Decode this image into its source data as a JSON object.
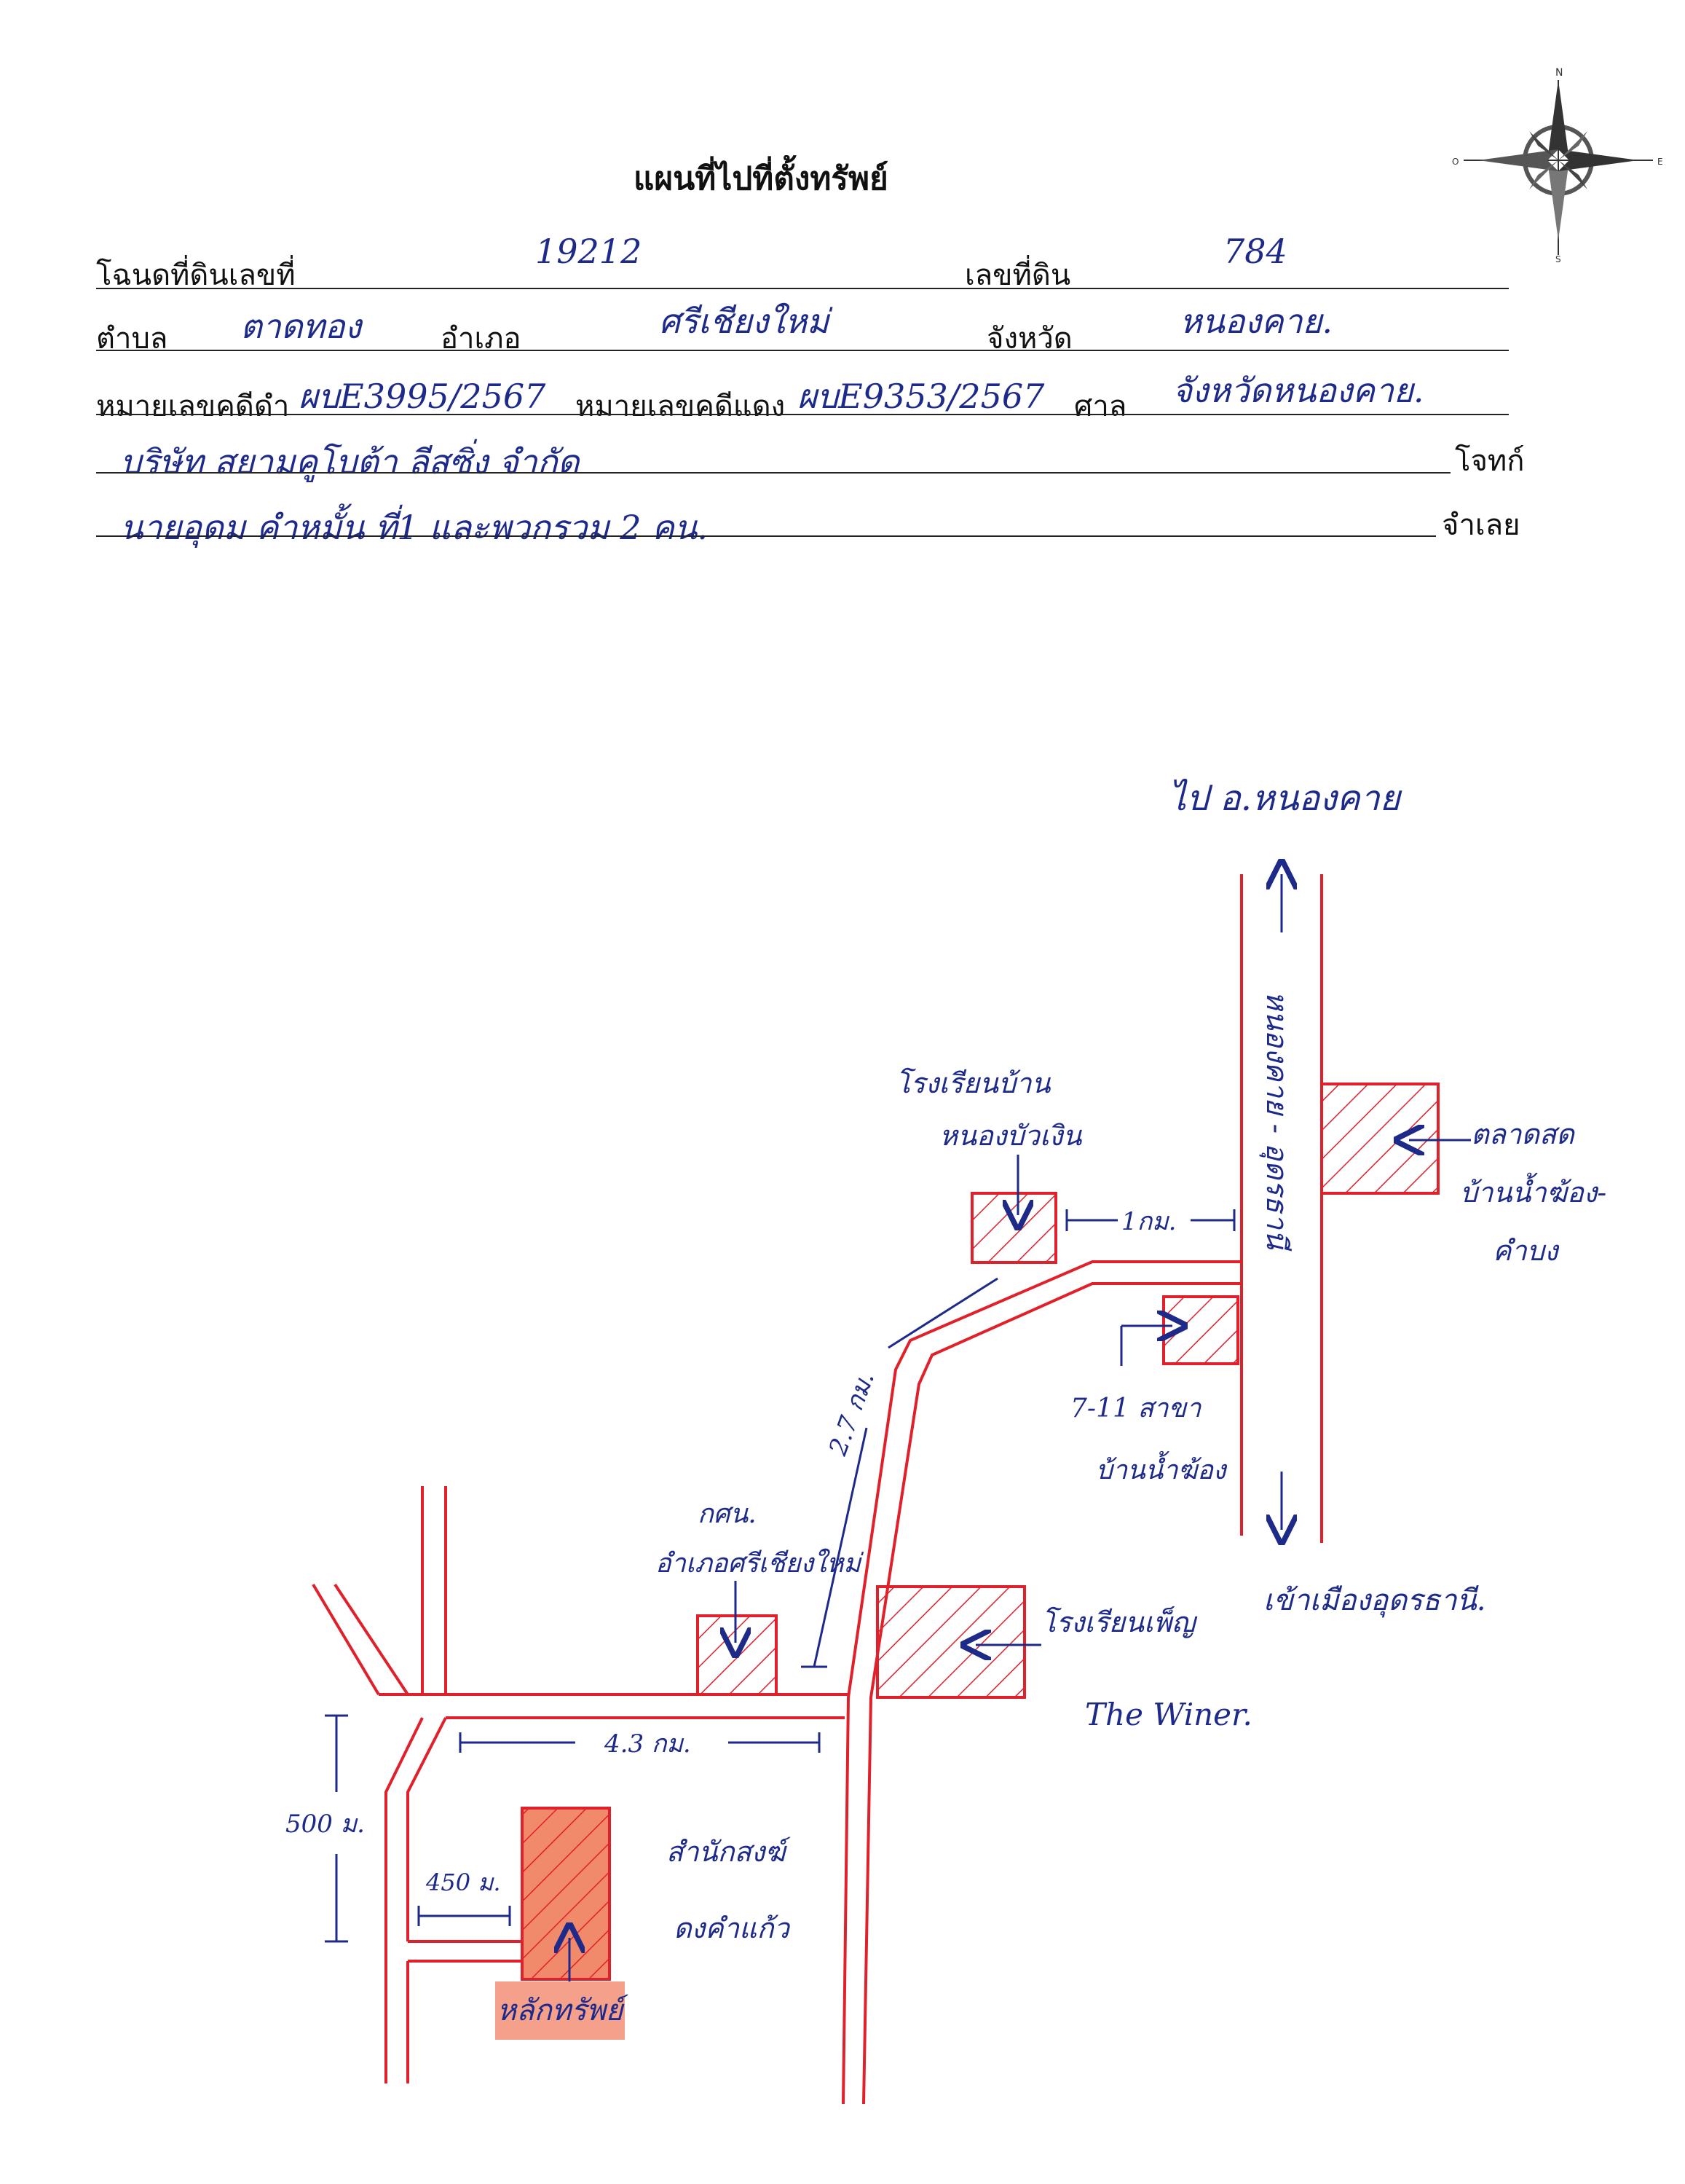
{
  "header": {
    "title": "แผนที่ไปที่ตั้งทรัพย์"
  },
  "form": {
    "deed_label": "โฉนดที่ดินเลขที่",
    "deed_value": "19212",
    "land_no_label": "เลขที่ดิน",
    "land_no_value": "784",
    "subdistrict_label": "ตำบล",
    "subdistrict_value": "ตาดทอง",
    "district_label": "อำเภอ",
    "district_value": "ศรีเชียงใหม่",
    "province_label": "จังหวัด",
    "province_value": "หนองคาย.",
    "black_case_label": "หมายเลขคดีดำ",
    "black_case_value": "ผบE3995/2567",
    "red_case_label": "หมายเลขคดีแดง",
    "red_case_value": "ผบE9353/2567",
    "court_label": "ศาล",
    "court_value": "จังหวัดหนองคาย.",
    "plaintiff_value": "บริษัท สยามคูโบต้า ลีสซิ่ง จำกัด",
    "plaintiff_label": "โจทก์",
    "defendant_value": "นายอุดม คำหมั้น ที่1 และพวกรวม 2 คน.",
    "defendant_label": "จำเลย"
  },
  "compass": {
    "icon": "compass-rose-icon",
    "n": "N",
    "s": "S",
    "e": "E",
    "w": "O"
  },
  "map": {
    "to_city": "ไป อ.หนองคาย",
    "highway_name": "หนองคาย - อุดรธานี",
    "to_udon": "เข้าเมืองอุดรธานี.",
    "market": [
      "ตลาดสด",
      "บ้านน้ำฆ้อง-",
      "คำบง"
    ],
    "school_top": [
      "โรงเรียนบ้าน",
      "หนองบัวเงิน"
    ],
    "dist_1km": "1กม.",
    "dist_2_7km": "2.7 กม.",
    "seven_eleven": [
      "7-11 สาขา",
      "บ้านน้ำฆ้อง"
    ],
    "school_bottom": [
      "โรงเรียนเพ็ญ"
    ],
    "the_winer": "The Winer.",
    "district_office": [
      "กศน.",
      "อำเภอศรีเชียงใหม่"
    ],
    "dist_4_3km": "4.3 กม.",
    "dist_500m": "500 ม.",
    "dist_450m": "450 ม.",
    "temple": [
      "สำนักสงฆ์",
      "ดงคำแก้ว"
    ],
    "property_pin": "หลักทรัพย์"
  },
  "colors": {
    "road": "#e0202a",
    "ink": "#1d2a8a",
    "property_fill": "#f08a6a",
    "pin_fill": "#f4a08a"
  }
}
